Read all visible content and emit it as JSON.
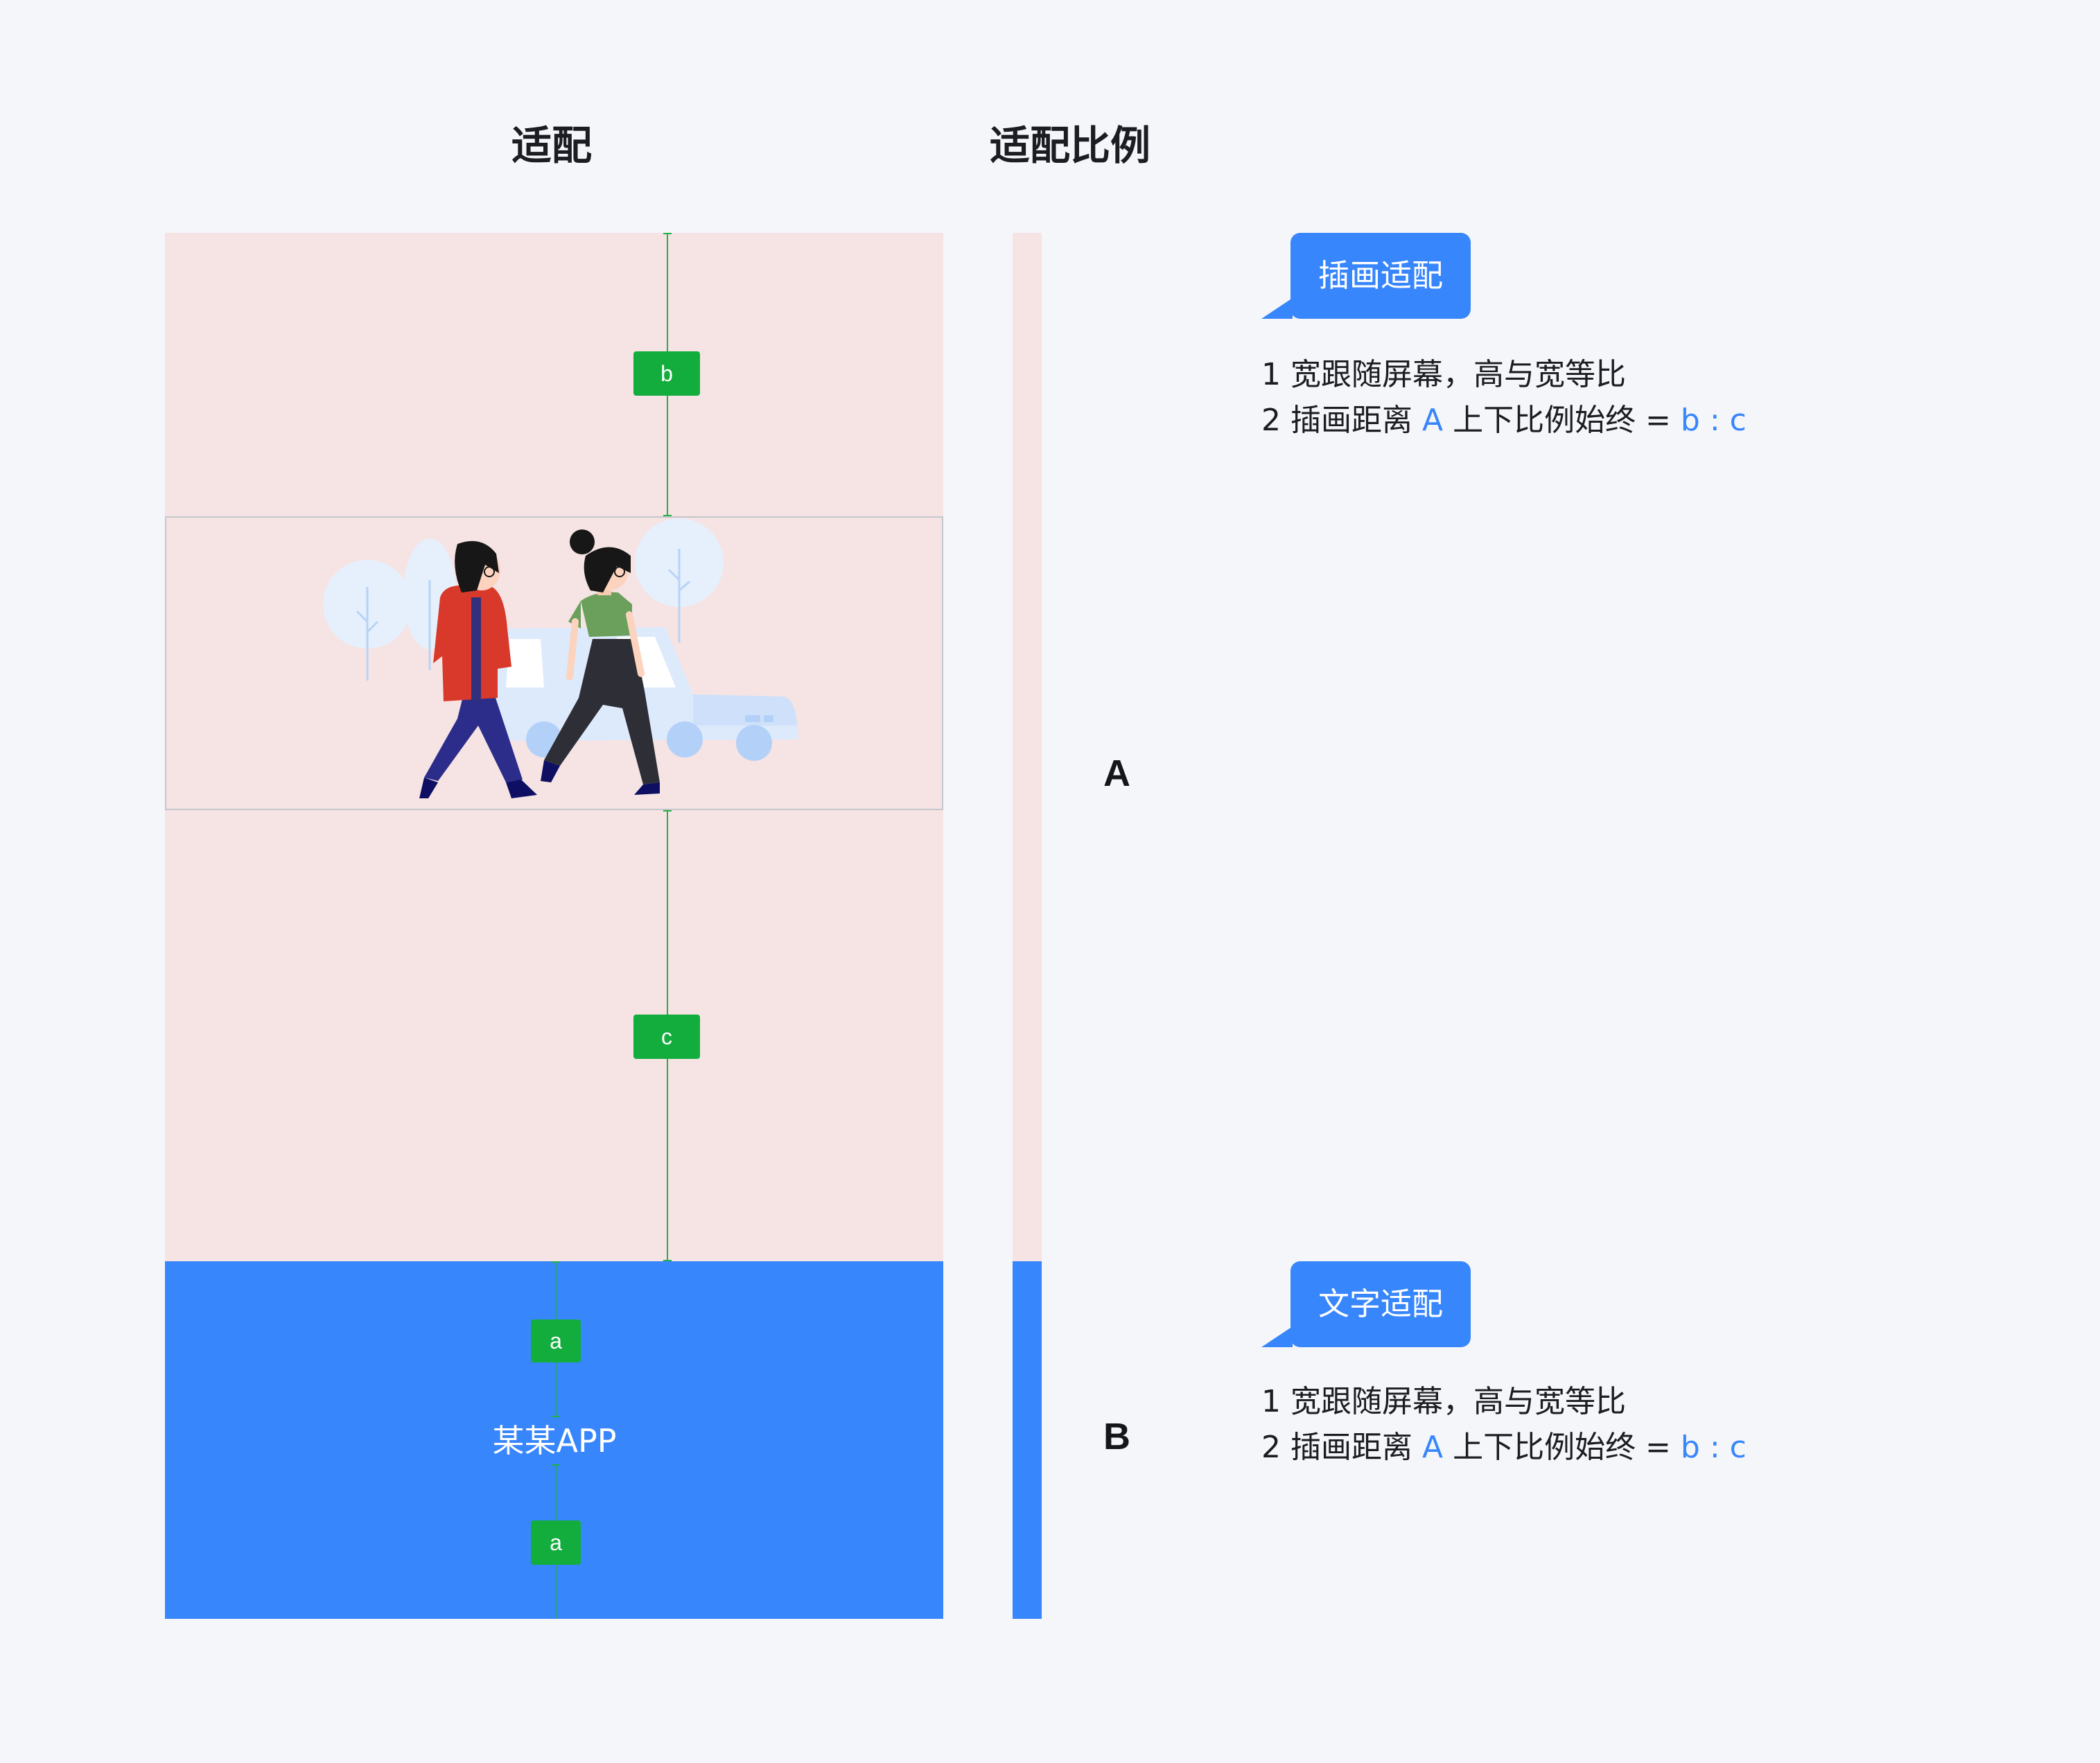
{
  "titles": {
    "adapt": "适配",
    "adapt_ratio": "适配比例"
  },
  "measures": {
    "b": "b",
    "c": "c",
    "a_top": "a",
    "a_bottom": "a"
  },
  "app_name": "某某APP",
  "sections": {
    "A": {
      "letter": "A",
      "bubble": "插画适配",
      "line1": "1 宽跟随屏幕，高与宽等比",
      "line2_prefix": "2 插画距离 ",
      "line2_accent": "A",
      "line2_mid": " 上下比例始终 = ",
      "line2_ratio": "b : c"
    },
    "B": {
      "letter": "B",
      "bubble": "文字适配",
      "line1": "1 宽跟随屏幕，高与宽等比",
      "line2_prefix": "2 插画距离 ",
      "line2_accent": "A",
      "line2_mid": " 上下比例始终 = ",
      "line2_ratio": "b : c"
    }
  },
  "colors": {
    "page_bg": "#f4f6fa",
    "pink_area": "#f6e3e4",
    "blue_area": "#3886fc",
    "measure_green": "#12ad3d",
    "accent_blue": "#3886fc"
  },
  "illustration": "two-women-walking-past-car-illustration"
}
